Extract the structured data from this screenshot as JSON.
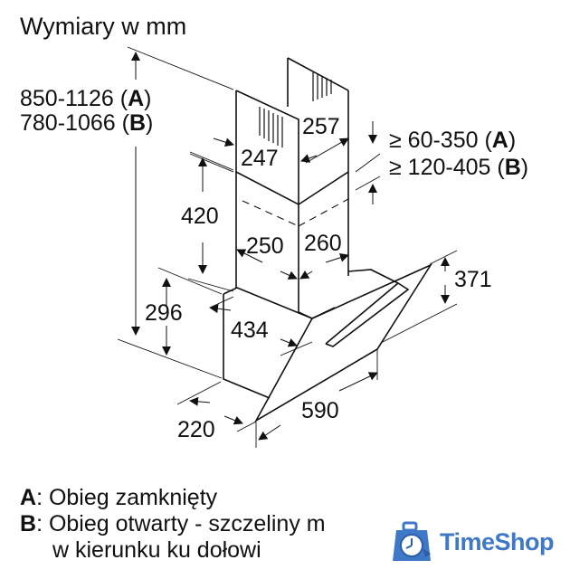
{
  "title": "Wymiary w mm",
  "dimensions": {
    "total_height_a": {
      "value": "850-1126",
      "variant": "A"
    },
    "total_height_b": {
      "value": "780-1066",
      "variant": "B"
    },
    "upper_chimney_width": "247",
    "upper_chimney_depth": "257",
    "ceiling_gap_a": {
      "value": "≥ 60-350",
      "variant": "A"
    },
    "ceiling_gap_b": {
      "value": "≥ 120-405",
      "variant": "B"
    },
    "lower_chimney_height": "420",
    "lower_chimney_width": "250",
    "lower_chimney_depth": "260",
    "body_height": "296",
    "body_depth": "434",
    "glass_height": "371",
    "base_depth": "220",
    "hood_width": "590"
  },
  "legend": [
    {
      "key": "A",
      "text": ": Obieg zamknięty"
    },
    {
      "key": "B",
      "text": ": Obieg otwarty - szczeliny m"
    },
    {
      "key": "",
      "text": "w kierunku ku dołowi"
    }
  ],
  "watermark": {
    "brand": "TimeShop",
    "icon": "clock-bag-icon",
    "color": "#3f78c7"
  },
  "colors": {
    "line": "#111111",
    "background": "#ffffff"
  }
}
